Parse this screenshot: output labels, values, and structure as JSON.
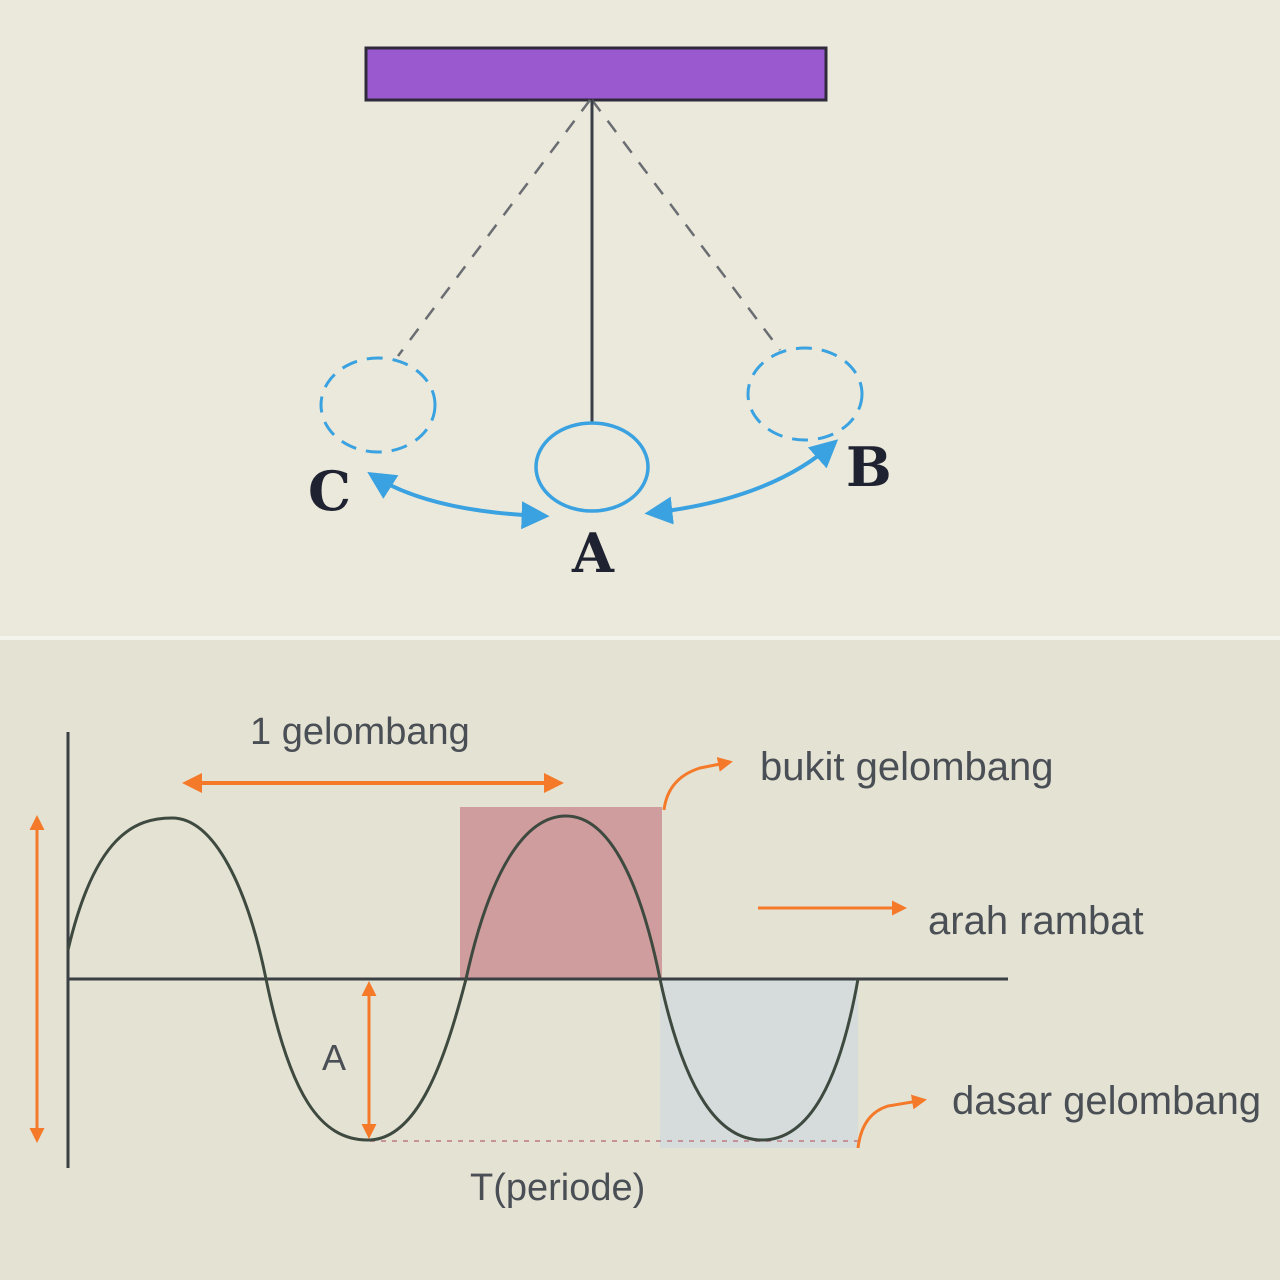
{
  "pendulum": {
    "labels": {
      "a": "A",
      "b": "B",
      "c": "C"
    },
    "colors": {
      "bar": "#9b59d0",
      "swing": "#3aa2e0",
      "string": "#3b3f48"
    }
  },
  "wave": {
    "labels": {
      "one_wave": "1 gelombang",
      "crest": "bukit gelombang",
      "direction": "arah rambat",
      "trough": "dasar gelombang",
      "amplitude": "A",
      "period": "T(periode)"
    },
    "colors": {
      "arrow": "#f47a2a",
      "crest_fill": "#c9868c",
      "trough_fill": "#d6dde0",
      "curve": "#3e4a40"
    }
  }
}
